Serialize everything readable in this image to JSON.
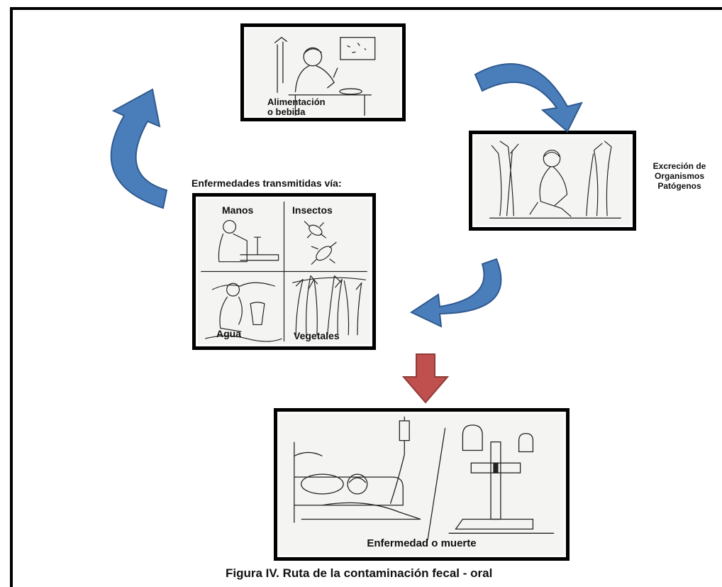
{
  "panels": {
    "alimentacion": {
      "label_line1": "Alimentación",
      "label_line2": "o bebida"
    },
    "excrecion": {
      "side_label_line1": "Excreción de",
      "side_label_line2": "Organismos",
      "side_label_line3": "Patógenos"
    },
    "vias": {
      "heading": "Enfermedades transmitidas vía:",
      "quadrants": [
        "Manos",
        "Insectos",
        "Agua",
        "Vegetales"
      ]
    },
    "enfermedad": {
      "label": "Enfermedad o muerte"
    }
  },
  "caption": "Figura IV. Ruta de la contaminación fecal - oral",
  "colors": {
    "cycle_arrow": "#4a7ebb",
    "down_arrow": "#c0504d"
  },
  "icons": [
    "person-eating-illustration",
    "person-defecating-illustration",
    "hand-washing-illustration",
    "cockroach-illustration",
    "water-illustration",
    "vegetables-illustration",
    "hospital-bed-illustration",
    "grave-cross-illustration"
  ]
}
